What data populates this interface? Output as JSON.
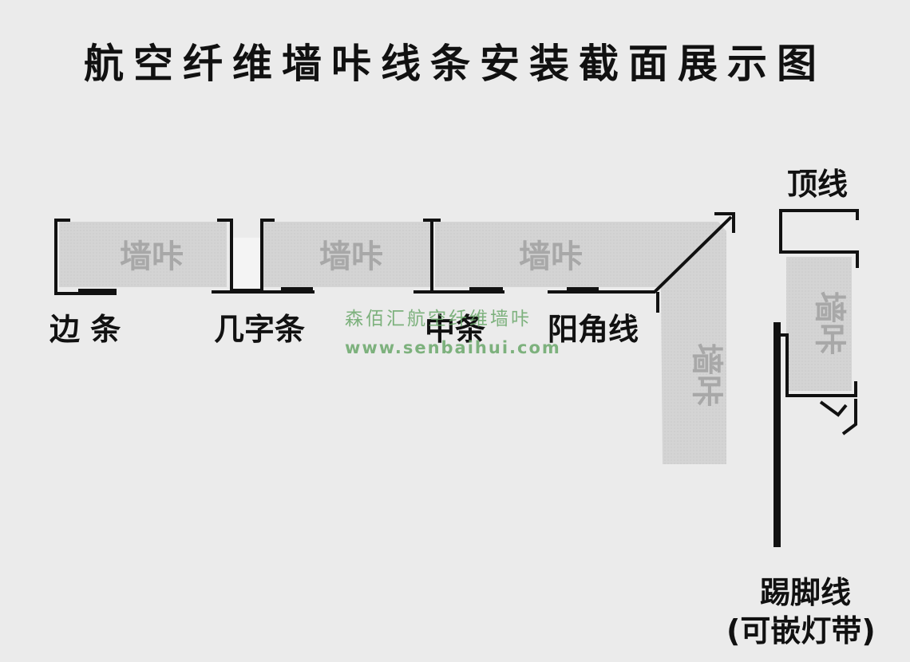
{
  "title": "航空纤维墙咔线条安装截面展示图",
  "panel_text": "墙咔",
  "labels": {
    "edge_strip": "边 条",
    "ji_strip": "几字条",
    "middle_strip": "中条",
    "outer_corner": "阳角线",
    "ceiling_line": "顶线",
    "skirting_line": "踢脚线",
    "skirting_note": "(可嵌灯带)"
  },
  "watermark": {
    "line1": "森佰汇航空纤维墙咔",
    "line2": "www.senbaihui.com"
  },
  "colors": {
    "background": "#ebebeb",
    "panel": "#d2d2d2",
    "panel_text": "#a8a8a8",
    "profile": "#111111",
    "watermark": "#6aa86a"
  }
}
